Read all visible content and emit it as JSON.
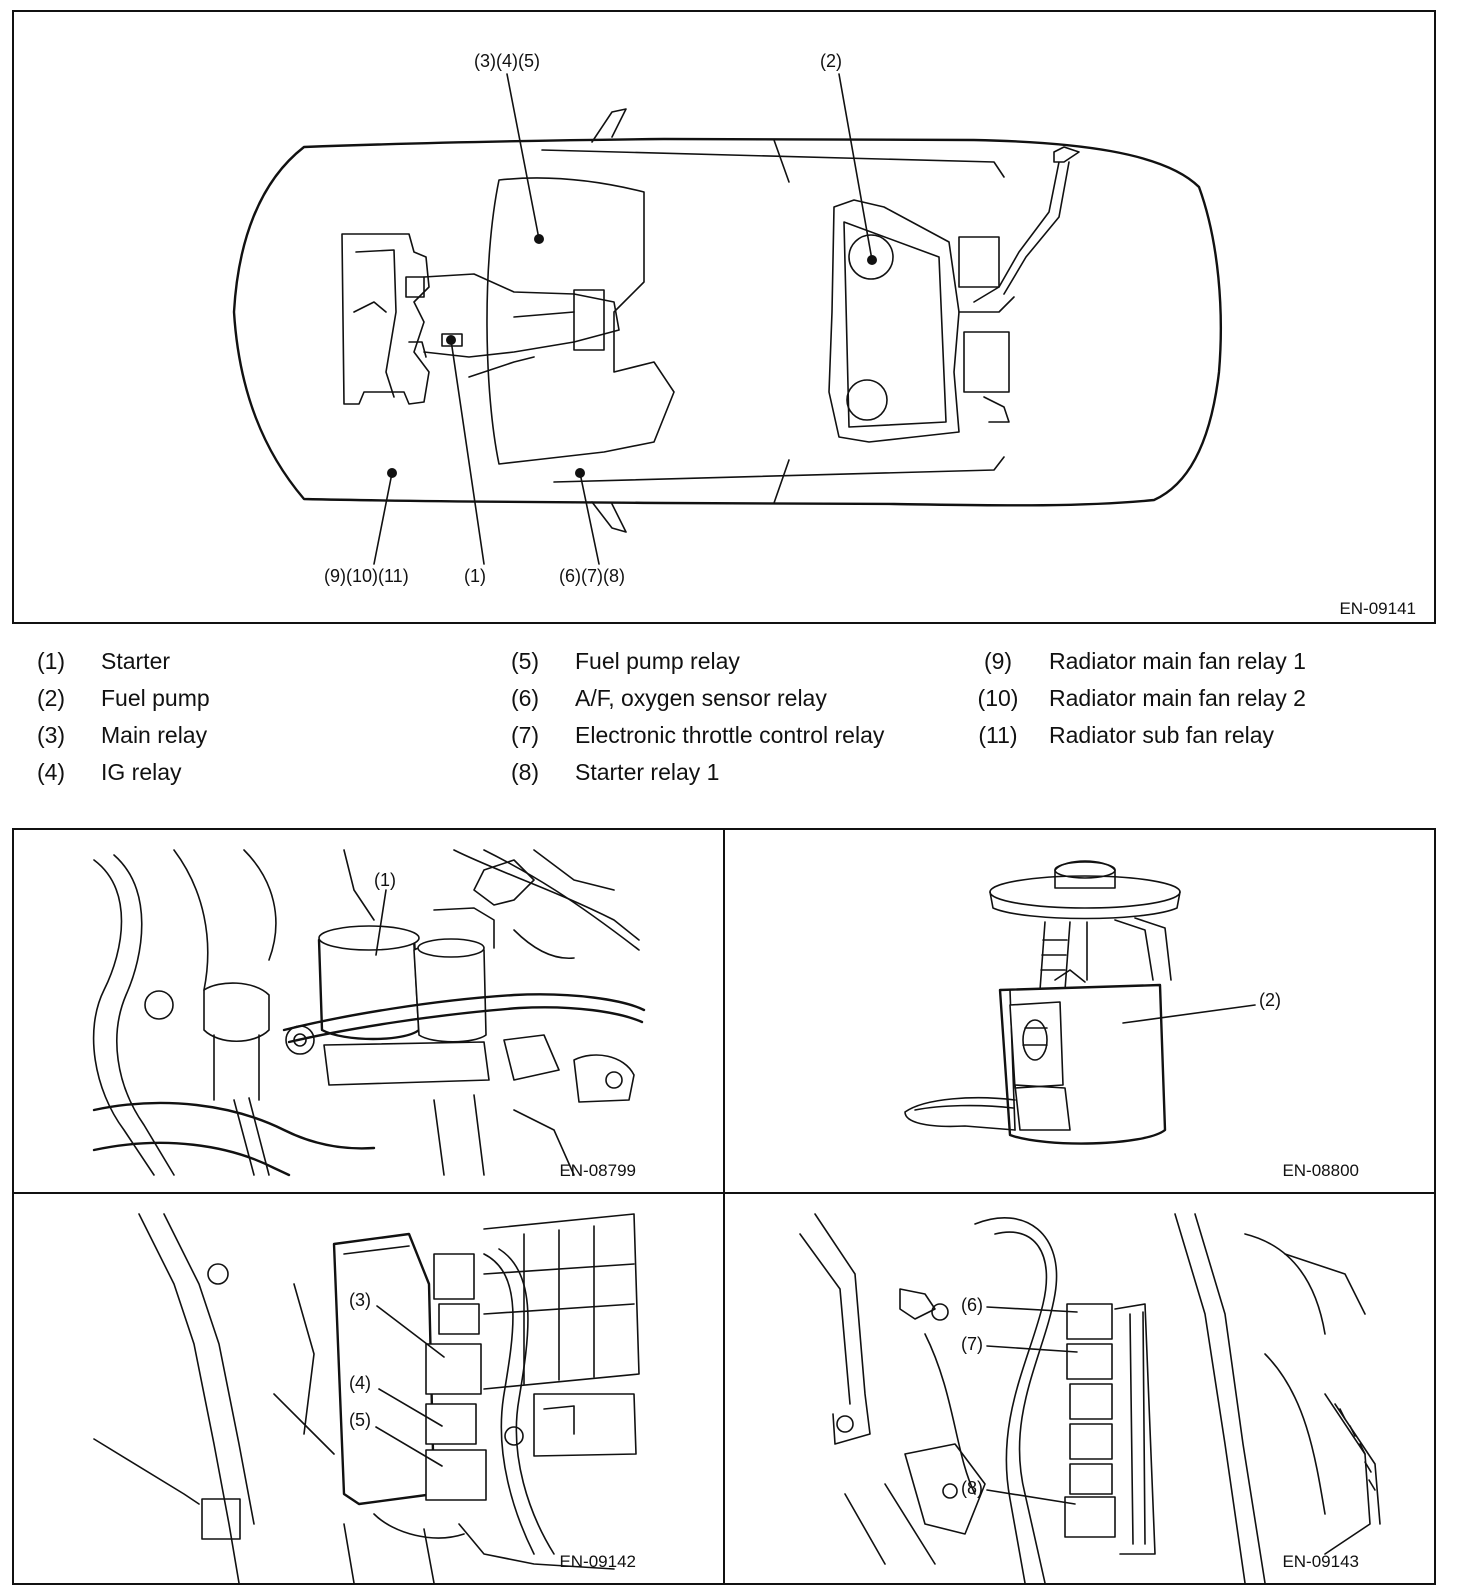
{
  "overview": {
    "figure_code": "EN-09141",
    "callouts": {
      "top_left": "(3)(4)(5)",
      "top_right": "(2)",
      "bottom_left": "(9)(10)(11)",
      "bottom_middle": "(1)",
      "bottom_right": "(6)(7)(8)"
    }
  },
  "legend": {
    "items": [
      {
        "num": "(1)",
        "name": "Starter"
      },
      {
        "num": "(2)",
        "name": "Fuel pump"
      },
      {
        "num": "(3)",
        "name": "Main relay"
      },
      {
        "num": "(4)",
        "name": "IG relay"
      },
      {
        "num": "(5)",
        "name": "Fuel pump relay"
      },
      {
        "num": "(6)",
        "name": "A/F, oxygen sensor relay"
      },
      {
        "num": "(7)",
        "name": "Electronic throttle control relay"
      },
      {
        "num": "(8)",
        "name": "Starter relay 1"
      },
      {
        "num": "(9)",
        "name": "Radiator main fan relay 1"
      },
      {
        "num": "(10)",
        "name": "Radiator main fan relay 2"
      },
      {
        "num": "(11)",
        "name": "Radiator sub fan relay"
      }
    ]
  },
  "details": {
    "starter": {
      "figure_code": "EN-08799",
      "callout": "(1)"
    },
    "fuel_pump": {
      "figure_code": "EN-08800",
      "callout": "(2)"
    },
    "relay_box": {
      "figure_code": "EN-09142",
      "callouts": [
        "(3)",
        "(4)",
        "(5)"
      ]
    },
    "engine_relays": {
      "figure_code": "EN-09143",
      "callouts": [
        "(6)",
        "(7)",
        "(8)"
      ]
    }
  }
}
